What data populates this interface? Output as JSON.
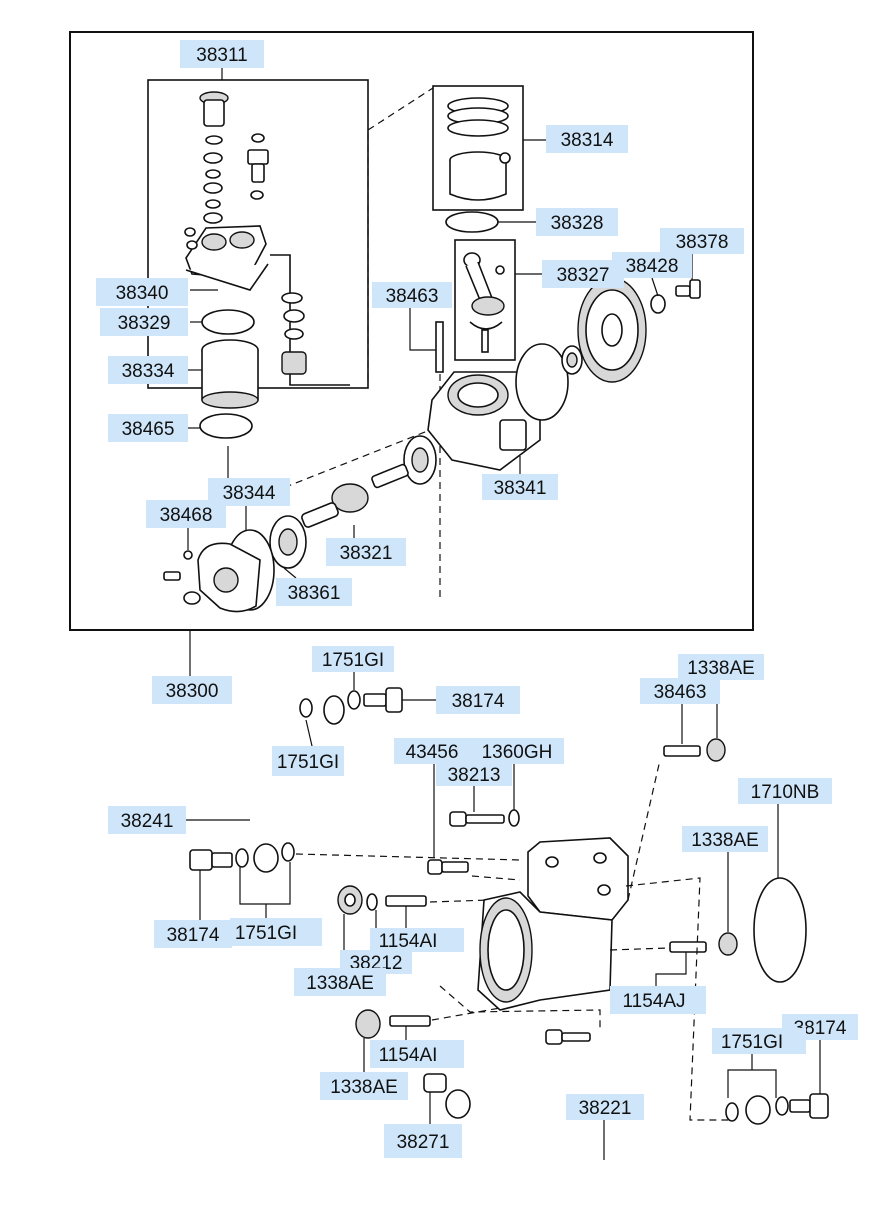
{
  "callouts": {
    "c38311": "38311",
    "c38314": "38314",
    "c38328": "38328",
    "c38378": "38378",
    "c38428": "38428",
    "c38327": "38327",
    "c38340": "38340",
    "c38463_top": "38463",
    "c38329": "38329",
    "c38334": "38334",
    "c38465": "38465",
    "c38341": "38341",
    "c38344": "38344",
    "c38468": "38468",
    "c38321": "38321",
    "c38361": "38361",
    "c38300": "38300",
    "c1751gi_top": "1751GI",
    "c38174_top": "38174",
    "c1338ae_top": "1338AE",
    "c38463_mid": "38463",
    "c1751gi_mid": "1751GI",
    "c43456": "43456",
    "c1360gh": "1360GH",
    "c38213": "38213",
    "c1710nb": "1710NB",
    "c38241": "38241",
    "c1338ae_right": "1338AE",
    "c38174_left": "38174",
    "c1751gi_left": "1751GI",
    "c1154ai_top": "1154AI",
    "c38212": "38212",
    "c1338ae_midleft": "1338AE",
    "c1154aj": "1154AJ",
    "c38174_right": "38174",
    "c1751gi_right": "1751GI",
    "c1154ai_bottom": "1154AI",
    "c1338ae_bottom": "1338AE",
    "c38221": "38221",
    "c38271": "38271"
  }
}
